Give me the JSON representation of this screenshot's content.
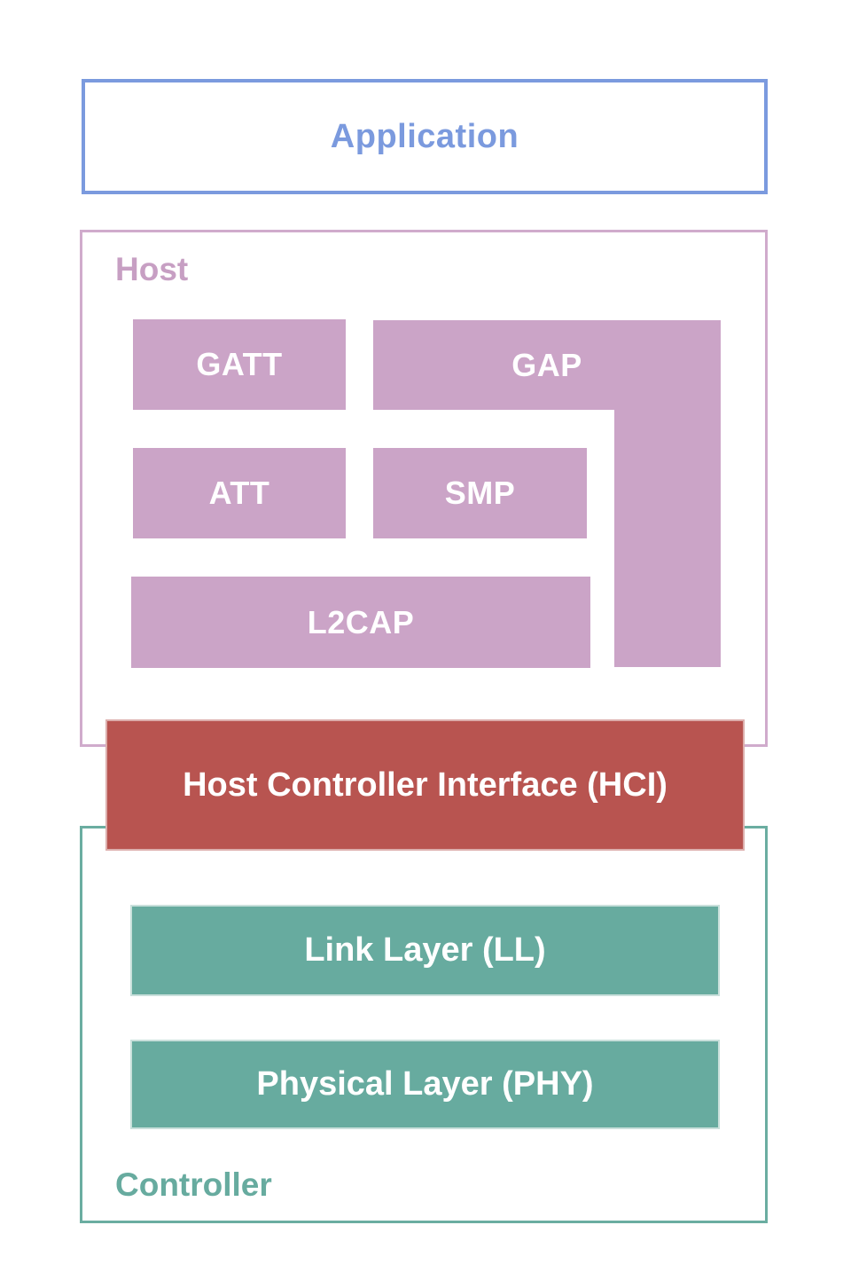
{
  "application": {
    "label": "Application"
  },
  "host": {
    "label": "Host",
    "blocks": {
      "gatt": "GATT",
      "gap": "GAP",
      "att": "ATT",
      "smp": "SMP",
      "l2cap": "L2CAP"
    }
  },
  "hci": {
    "label": "Host Controller Interface (HCI)"
  },
  "controller": {
    "label": "Controller",
    "blocks": {
      "link_layer": "Link Layer (LL)",
      "physical_layer": "Physical Layer (PHY)"
    }
  },
  "colors": {
    "application_blue": "#7b9ade",
    "host_mauve": "#cba4c7",
    "hci_red": "#b85450",
    "controller_teal": "#67ab9f"
  }
}
